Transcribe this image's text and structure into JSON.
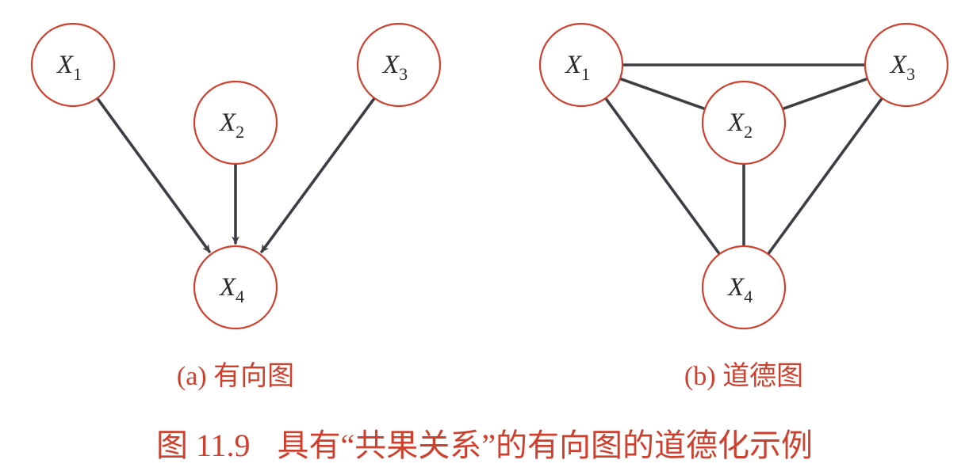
{
  "colors": {
    "node_border": "#cf3f2e",
    "edge": "#3d3d44",
    "caption": "#cf3f2e",
    "label": "#2a2a2a"
  },
  "panel_a": {
    "type": "directed",
    "nodes": [
      {
        "id": "X1",
        "label": "X",
        "sub": "1"
      },
      {
        "id": "X2",
        "label": "X",
        "sub": "2"
      },
      {
        "id": "X3",
        "label": "X",
        "sub": "3"
      },
      {
        "id": "X4",
        "label": "X",
        "sub": "4"
      }
    ],
    "edges": [
      {
        "from": "X1",
        "to": "X4"
      },
      {
        "from": "X2",
        "to": "X4"
      },
      {
        "from": "X3",
        "to": "X4"
      }
    ],
    "caption": "(a) 有向图"
  },
  "panel_b": {
    "type": "undirected",
    "nodes": [
      {
        "id": "X1",
        "label": "X",
        "sub": "1"
      },
      {
        "id": "X2",
        "label": "X",
        "sub": "2"
      },
      {
        "id": "X3",
        "label": "X",
        "sub": "3"
      },
      {
        "id": "X4",
        "label": "X",
        "sub": "4"
      }
    ],
    "edges": [
      {
        "from": "X1",
        "to": "X3"
      },
      {
        "from": "X1",
        "to": "X2"
      },
      {
        "from": "X2",
        "to": "X3"
      },
      {
        "from": "X1",
        "to": "X4"
      },
      {
        "from": "X2",
        "to": "X4"
      },
      {
        "from": "X3",
        "to": "X4"
      }
    ],
    "caption": "(b) 道德图"
  },
  "figure_caption": {
    "number": "图 11.9",
    "text": "具有“共果关系”的有向图的道德化示例"
  }
}
